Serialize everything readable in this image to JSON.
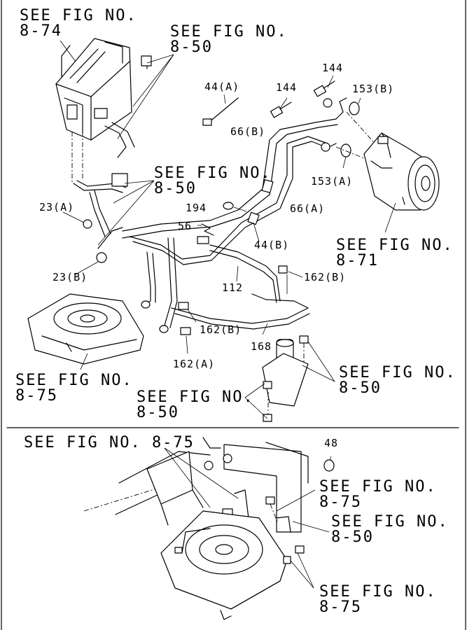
{
  "labels": {
    "ref_874": "SEE FIG NO.\n8-74",
    "ref_850_top": "SEE FIG NO.\n8-50",
    "ref_850_mid": "SEE FIG NO.\n8-50",
    "ref_871": "SEE FIG NO.\n8-71",
    "ref_875_left": "SEE FIG NO.\n8-75",
    "ref_850_bottom_left": "SEE FIG NO.\n8-50",
    "ref_850_right": "SEE FIG NO.\n8-50",
    "ref_875_lower_top": "SEE FIG NO. 8-75",
    "ref_875_lower_a": "SEE FIG NO.\n8-75",
    "ref_850_lower": "SEE FIG NO.\n8-50",
    "ref_875_lower_b": "SEE FIG NO.\n8-75",
    "p144_a": "144",
    "p144_b": "144",
    "p153b": "153(B)",
    "p44a": "44(A)",
    "p66b": "66(B)",
    "p153a": "153(A)",
    "p194": "194",
    "p66a": "66(A)",
    "p23a": "23(A)",
    "p56": "56",
    "p44b": "44(B)",
    "p23b": "23(B)",
    "p162b_top": "162(B)",
    "p112": "112",
    "p162b_mid": "162(B)",
    "p168": "168",
    "p162a": "162(A)",
    "p48": "48"
  }
}
